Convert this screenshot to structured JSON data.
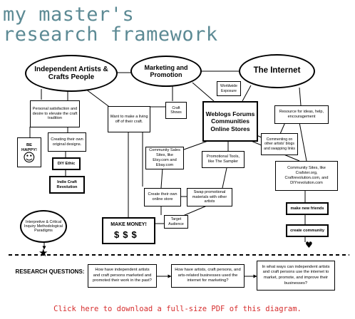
{
  "header": {
    "title_line1": "my master's",
    "title_line2": "research framework"
  },
  "ovals": {
    "independent": "Independent Artists & Crafts People",
    "marketing": "Marketing and Promotion",
    "internet": "The Internet"
  },
  "boxes": {
    "satisfaction": "Personal satisfaction and desire to elevate the craft tradition",
    "be_happy": "BE HAPPY!",
    "creating_designs": "Creating their own original designs.",
    "diy_ethic": "DIY Ethic",
    "indie_craft": "Indie Craft Revolution",
    "want_living": "Want to make a living off of their craft.",
    "craft_shows": "Craft Shows",
    "worldwide": "Worldwide Exposure",
    "weblogs": "Weblogs Forums Communities Online Stores",
    "resource": "Resource for ideas, help, encouragement",
    "commenting": "Commenting on other artists' blogs and swapping links",
    "community_sales": "Community Sales Sites, like Etsy.com and Ebay.com",
    "promo_tools": "Promotional Tools, like The Sampler",
    "community_sites": "Community Sites, like Crafster.org, Craftrevolution.com, and DIYrevolution.com",
    "online_store": "Create their own online store",
    "swap": "Swap promotional materials with other artists",
    "target": "Target Audience",
    "make_money": "MAKE MONEY!",
    "dollars": "$$$",
    "make_friends": "make new friends",
    "create_community": "create community",
    "paradigms": "Interpretive & Critical Inquiry Methodological Paradigms"
  },
  "icons": {
    "smiley": "☺",
    "heart": "♥",
    "star": "★"
  },
  "research": {
    "label": "RESEARCH QUESTIONS:",
    "q1": "How have independent artists and craft persons marketed and promoted their work in the past?",
    "q2": "How have artists, craft persons, and arts-related businesses used the internet for marketing?",
    "q3": "In what ways can independent artists and craft persons use the internet to market, promote, and improve their businesses?"
  },
  "footer": {
    "download_link": "Click here to download a full-size PDF of this diagram."
  },
  "colors": {
    "title": "#5c8a94",
    "link": "#d62d2d",
    "ink": "#000000"
  }
}
